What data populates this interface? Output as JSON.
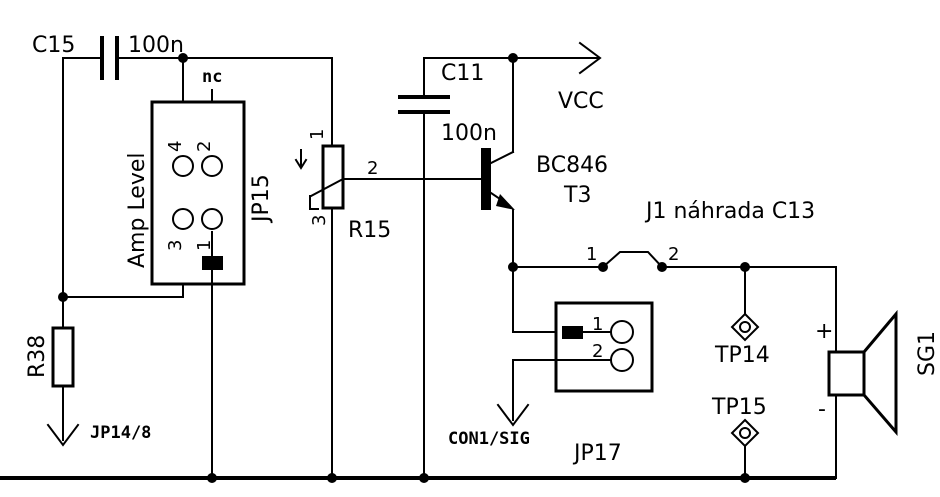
{
  "components": {
    "c15": {
      "ref": "C15",
      "value": "100n"
    },
    "jp15": {
      "ref": "JP15",
      "label": "Amp Level",
      "nc": "nc",
      "pins": [
        "4",
        "2",
        "3",
        "1"
      ]
    },
    "r15": {
      "ref": "R15",
      "pins": [
        "1",
        "2",
        "3"
      ]
    },
    "c11": {
      "ref": "C11",
      "value": "100n"
    },
    "vcc": {
      "label": "VCC"
    },
    "t3": {
      "ref": "T3",
      "part": "BC846"
    },
    "j1": {
      "label": "J1  náhrada C13",
      "pins": [
        "1",
        "2"
      ]
    },
    "r38": {
      "ref": "R38"
    },
    "jp14": {
      "label": "JP14/8"
    },
    "jp17": {
      "ref": "JP17",
      "pins": [
        "1",
        "2"
      ]
    },
    "con1": {
      "label": "CON1/SIG"
    },
    "tp14": {
      "label": "TP14"
    },
    "tp15": {
      "label": "TP15"
    },
    "sg1": {
      "ref": "SG1",
      "plus": "+",
      "minus": "-"
    }
  }
}
